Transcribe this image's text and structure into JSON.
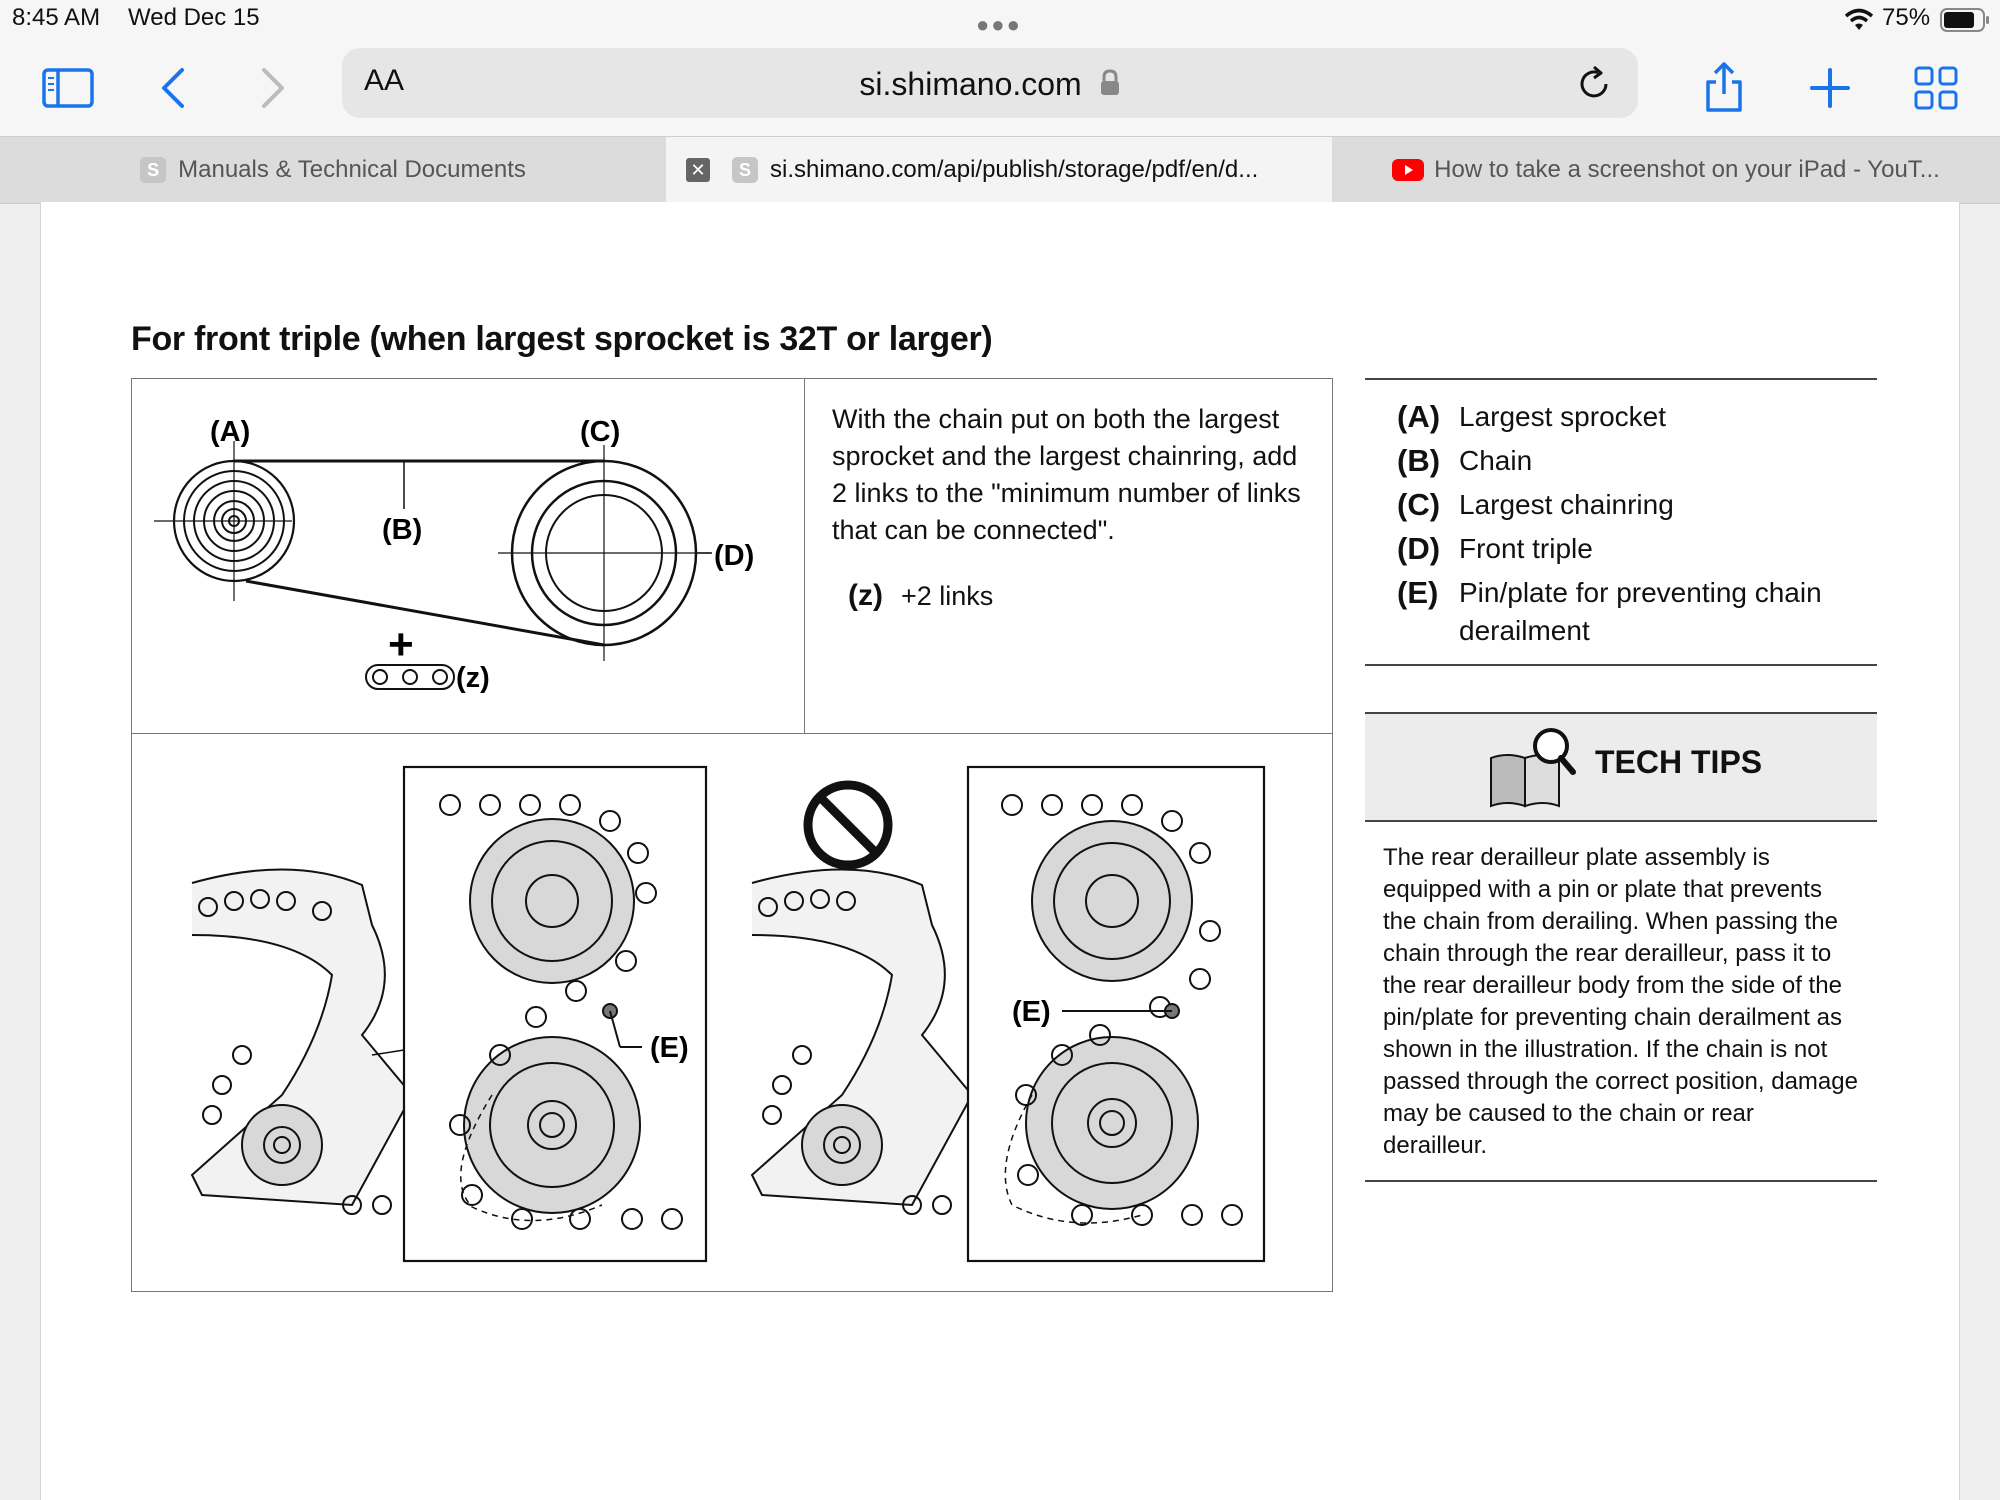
{
  "status_bar": {
    "time": "8:45 AM",
    "date": "Wed Dec 15",
    "battery": "75%"
  },
  "toolbar": {
    "text_size_label": "AA",
    "url": "si.shimano.com"
  },
  "tabs": [
    {
      "label": "Manuals & Technical Documents",
      "favicon": "S"
    },
    {
      "label": "si.shimano.com/api/publish/storage/pdf/en/d...",
      "favicon": "S"
    },
    {
      "label": "How to take a screenshot on your iPad - YouT..."
    }
  ],
  "document": {
    "heading": "For front triple (when largest sprocket is 32T or larger)",
    "instruction": "With the chain put on both the largest sprocket and the largest chainring, add 2 links to the \"minimum number of links that can be connected\".",
    "z_key": "(z)",
    "z_value": "+2 links",
    "diagram_labels": {
      "a": "(A)",
      "b": "(B)",
      "c": "(C)",
      "d": "(D)",
      "e": "(E)",
      "z": "(z)",
      "plus": "+"
    },
    "legend": [
      {
        "key": "(A)",
        "text": "Largest sprocket"
      },
      {
        "key": "(B)",
        "text": "Chain"
      },
      {
        "key": "(C)",
        "text": "Largest chainring"
      },
      {
        "key": "(D)",
        "text": "Front triple"
      },
      {
        "key": "(E)",
        "text": "Pin/plate for preventing chain derailment"
      }
    ],
    "tech_tips": {
      "title": "TECH TIPS",
      "body": "The rear derailleur plate assembly is equipped with a pin or plate that prevents the chain from derailing. When passing the chain through the rear derailleur, pass it to the rear derailleur body from the side of the pin/plate for preventing chain derailment as shown in the illustration. If the chain is not passed through the correct position, damage may be caused to the chain or rear derailleur."
    }
  }
}
